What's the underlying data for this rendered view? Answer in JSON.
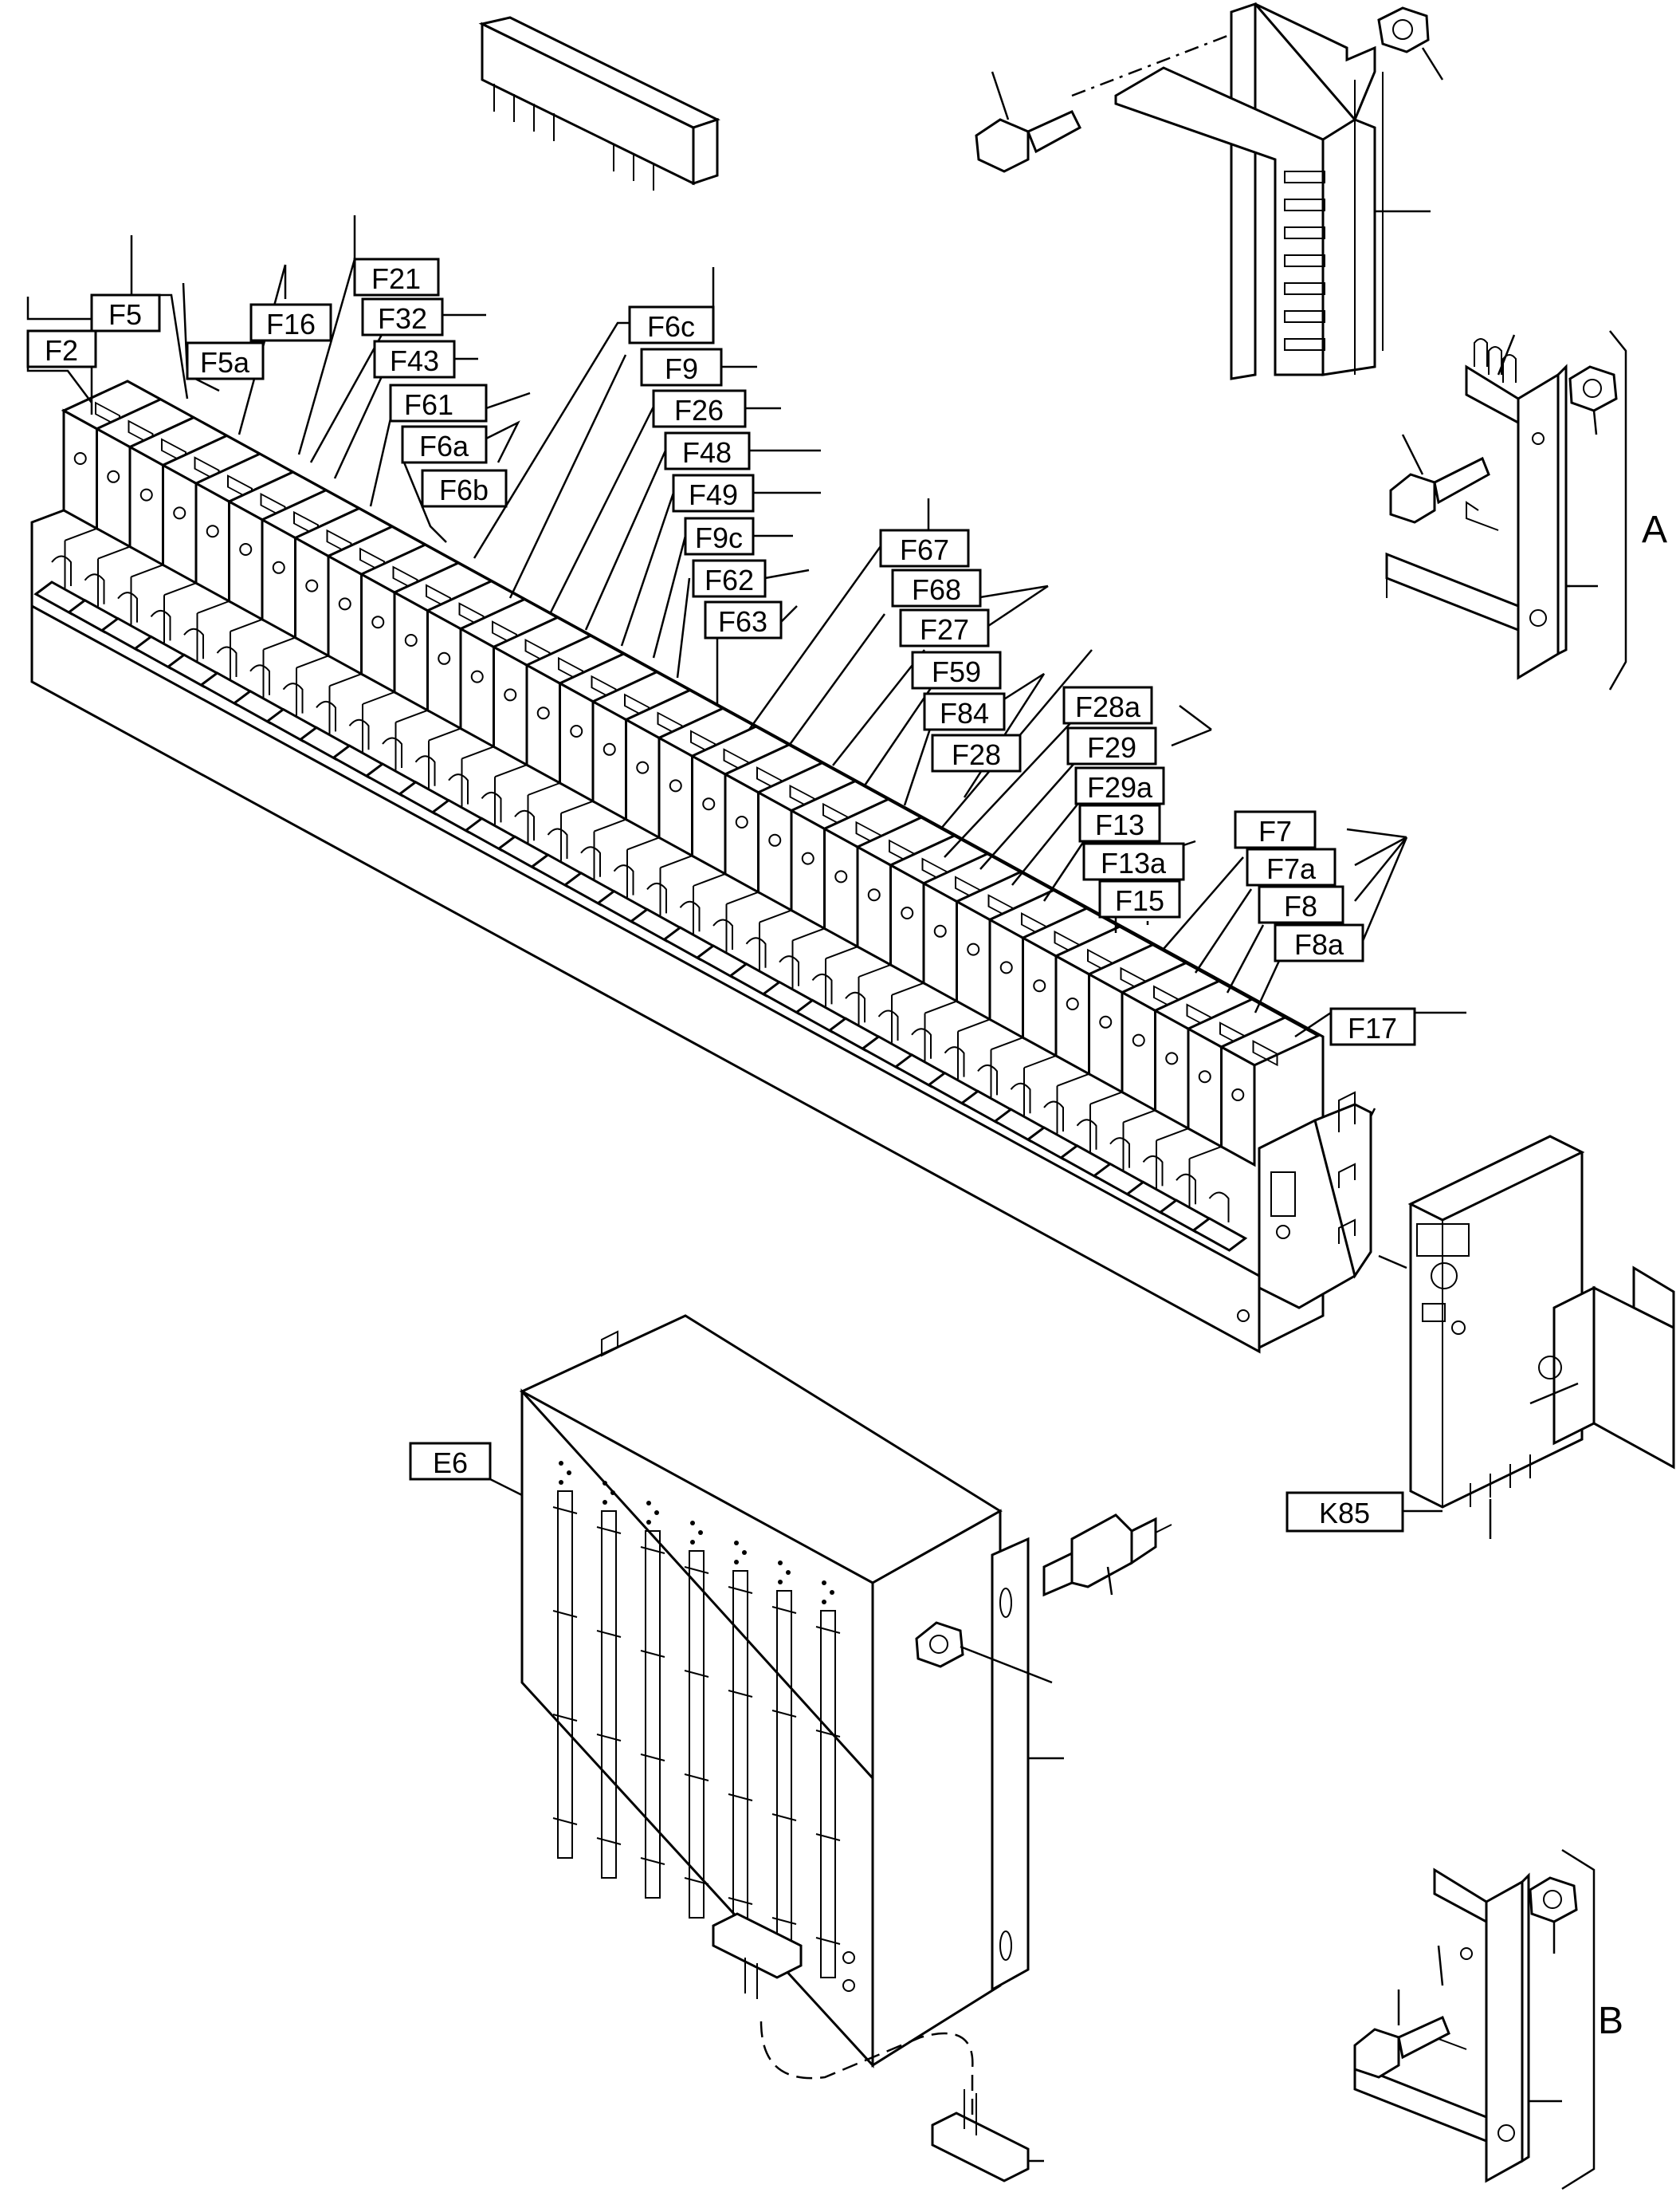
{
  "labels": {
    "F2": "F2",
    "F5": "F5",
    "F5a": "F5a",
    "F16": "F16",
    "F21": "F21",
    "F32": "F32",
    "F43": "F43",
    "F61": "F61",
    "F6a": "F6a",
    "F6b": "F6b",
    "F6c": "F6c",
    "F9": "F9",
    "F26": "F26",
    "F48": "F48",
    "F49": "F49",
    "F9c": "F9c",
    "F62": "F62",
    "F63": "F63",
    "F67": "F67",
    "F68": "F68",
    "F27": "F27",
    "F59": "F59",
    "F84": "F84",
    "F28": "F28",
    "F28a": "F28a",
    "F29": "F29",
    "F29a": "F29a",
    "F13": "F13",
    "F13a": "F13a",
    "F15": "F15",
    "F7": "F7",
    "F7a": "F7a",
    "F8": "F8",
    "F8a": "F8a",
    "F17": "F17",
    "E6": "E6",
    "K85": "K85"
  },
  "detail_letters": {
    "A": "A",
    "B": "B"
  }
}
